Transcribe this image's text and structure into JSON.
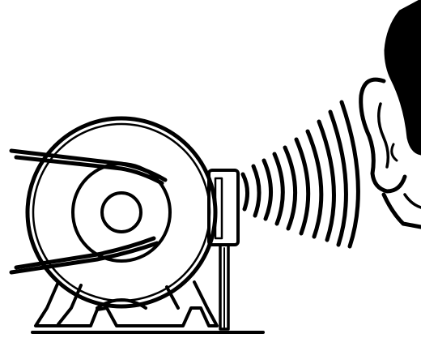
{
  "illustration": {
    "subject": "listening-to-machine-noise",
    "components": [
      "belt-driven-motor",
      "pulley",
      "belt",
      "vibration-sensor-probe",
      "sound-waves",
      "listener-head-ear"
    ],
    "colors": {
      "ink": "#000000",
      "background": "#ffffff"
    }
  }
}
